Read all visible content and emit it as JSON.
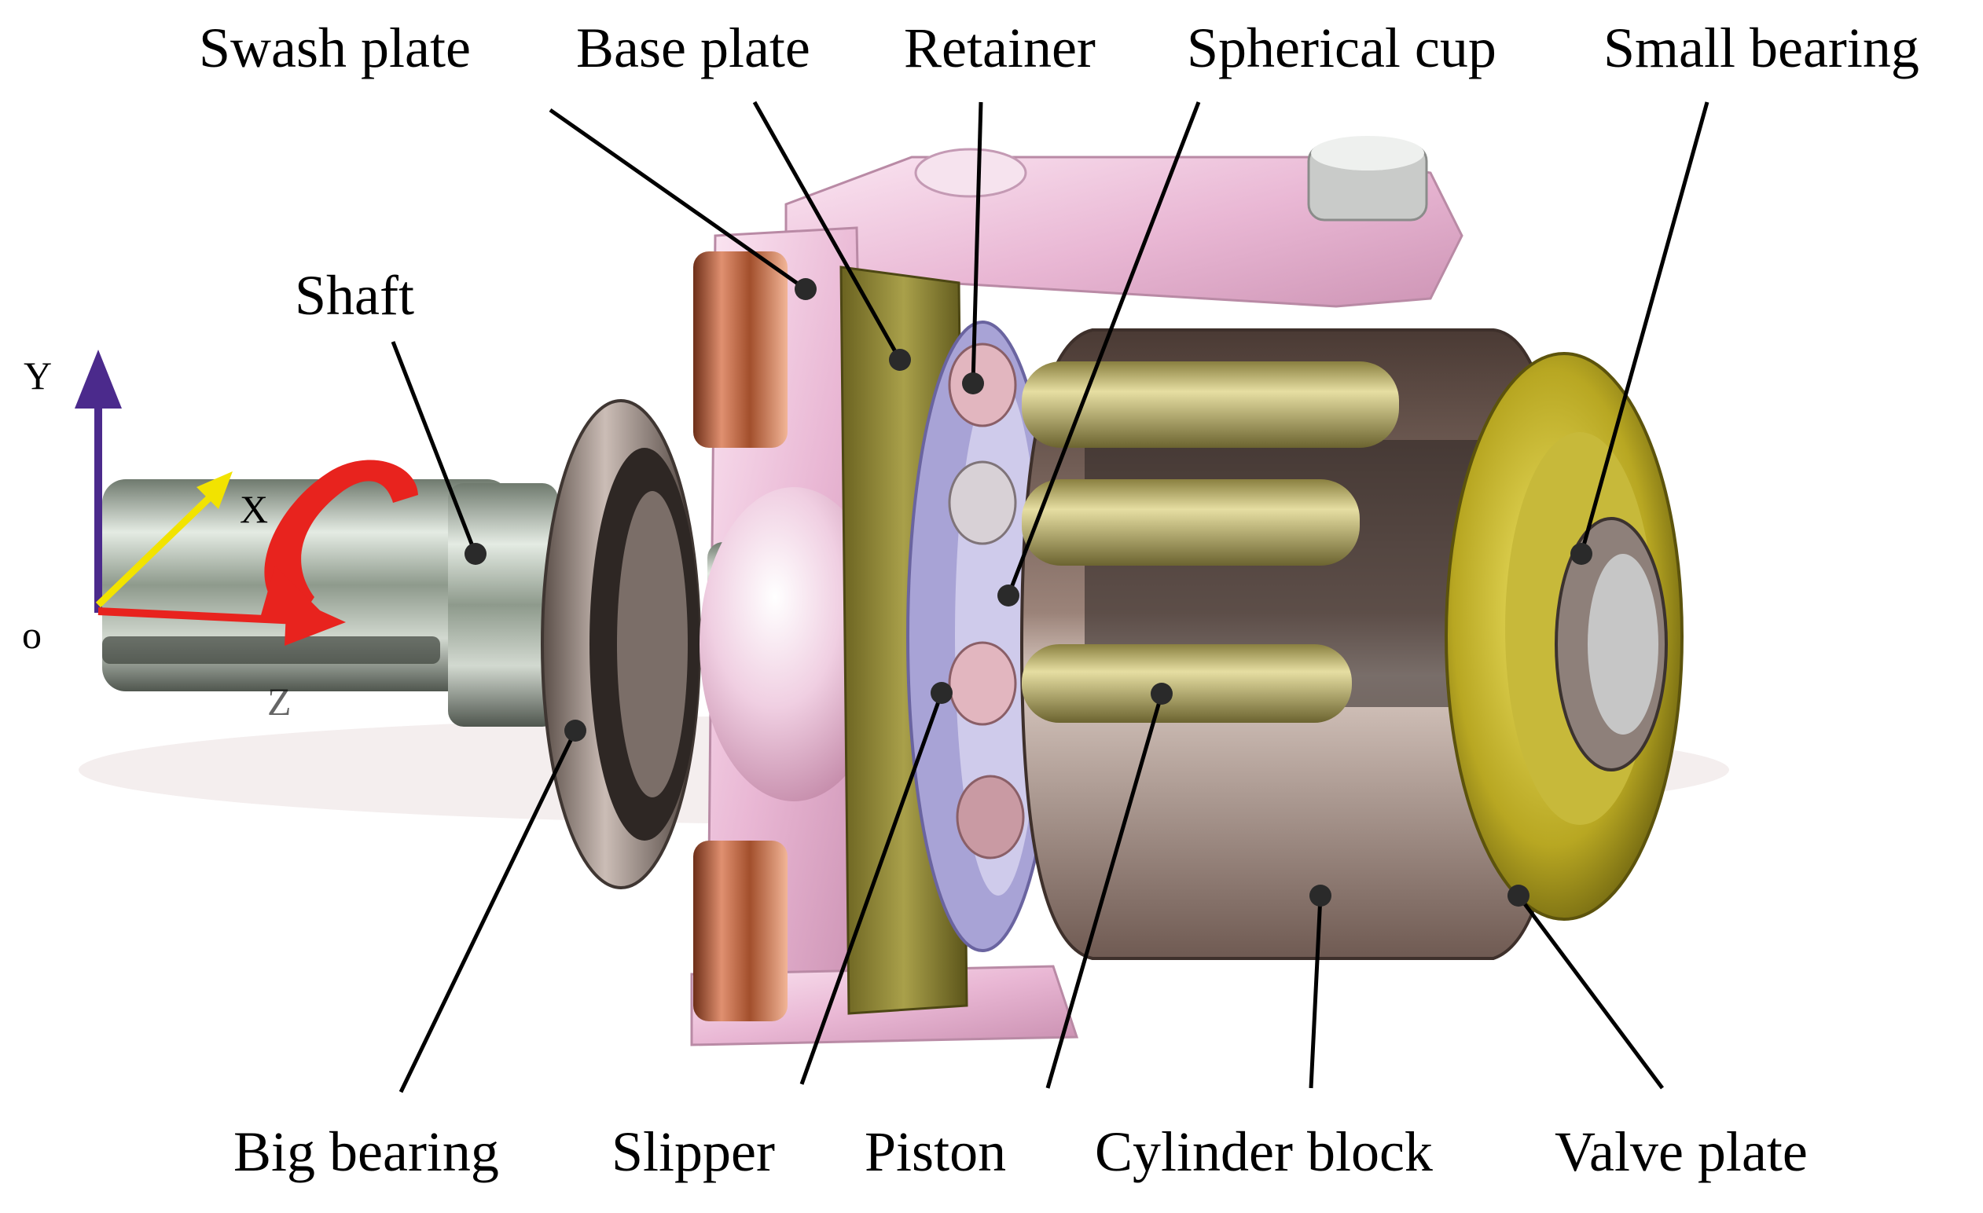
{
  "labels": {
    "swash_plate": "Swash plate",
    "base_plate": "Base plate",
    "retainer": "Retainer",
    "spherical_cup": "Spherical cup",
    "small_bearing": "Small bearing",
    "shaft": "Shaft",
    "big_bearing": "Big bearing",
    "slipper": "Slipper",
    "piston": "Piston",
    "cylinder_block": "Cylinder block",
    "valve_plate": "Valve plate"
  },
  "axes": {
    "y": "Y",
    "x": "X",
    "z": "Z",
    "origin": "o"
  },
  "colors": {
    "y_axis": "#4b2a8c",
    "x_axis": "#f2e300",
    "z_axis": "#e8231e",
    "rotation_arrow": "#e8231e",
    "swash_plate": "#f0c3de",
    "copper": "#b8643c",
    "piston": "#c9bf6a",
    "cylinder_block": "#8a7268",
    "valve_plate": "#cfc02a",
    "shaft": "#bfc6bd",
    "bearing": "#8d7f77"
  }
}
